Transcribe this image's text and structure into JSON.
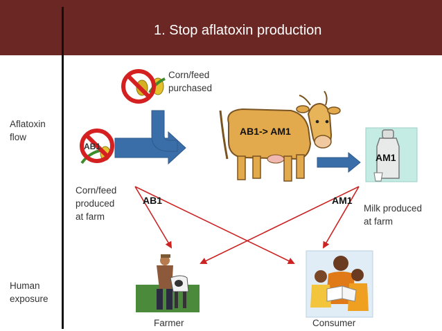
{
  "title": "1. Stop aflatoxin production",
  "left_labels": {
    "flow": [
      "Aflatoxin",
      "flow"
    ],
    "exposure": [
      "Human",
      "exposure"
    ]
  },
  "nodes": {
    "purchased_feed": [
      "Corn/feed",
      "purchased"
    ],
    "farm_feed": [
      "Corn/feed",
      "produced",
      "at farm"
    ],
    "milk": [
      "Milk produced",
      "at farm"
    ],
    "farmer": "Farmer",
    "consumer": "Consumer"
  },
  "labels": {
    "conversion": "AB1-> AM1",
    "ab1_left": "AB1",
    "am1_right": "AM1",
    "am1_can": "AM1",
    "ab1_farm_icon": "AB1"
  },
  "colors": {
    "title_bar": "#6b2723",
    "arrow_blue": "#3a6ea8",
    "arrow_red": "#cc2222",
    "no_symbol": "#d42020"
  }
}
